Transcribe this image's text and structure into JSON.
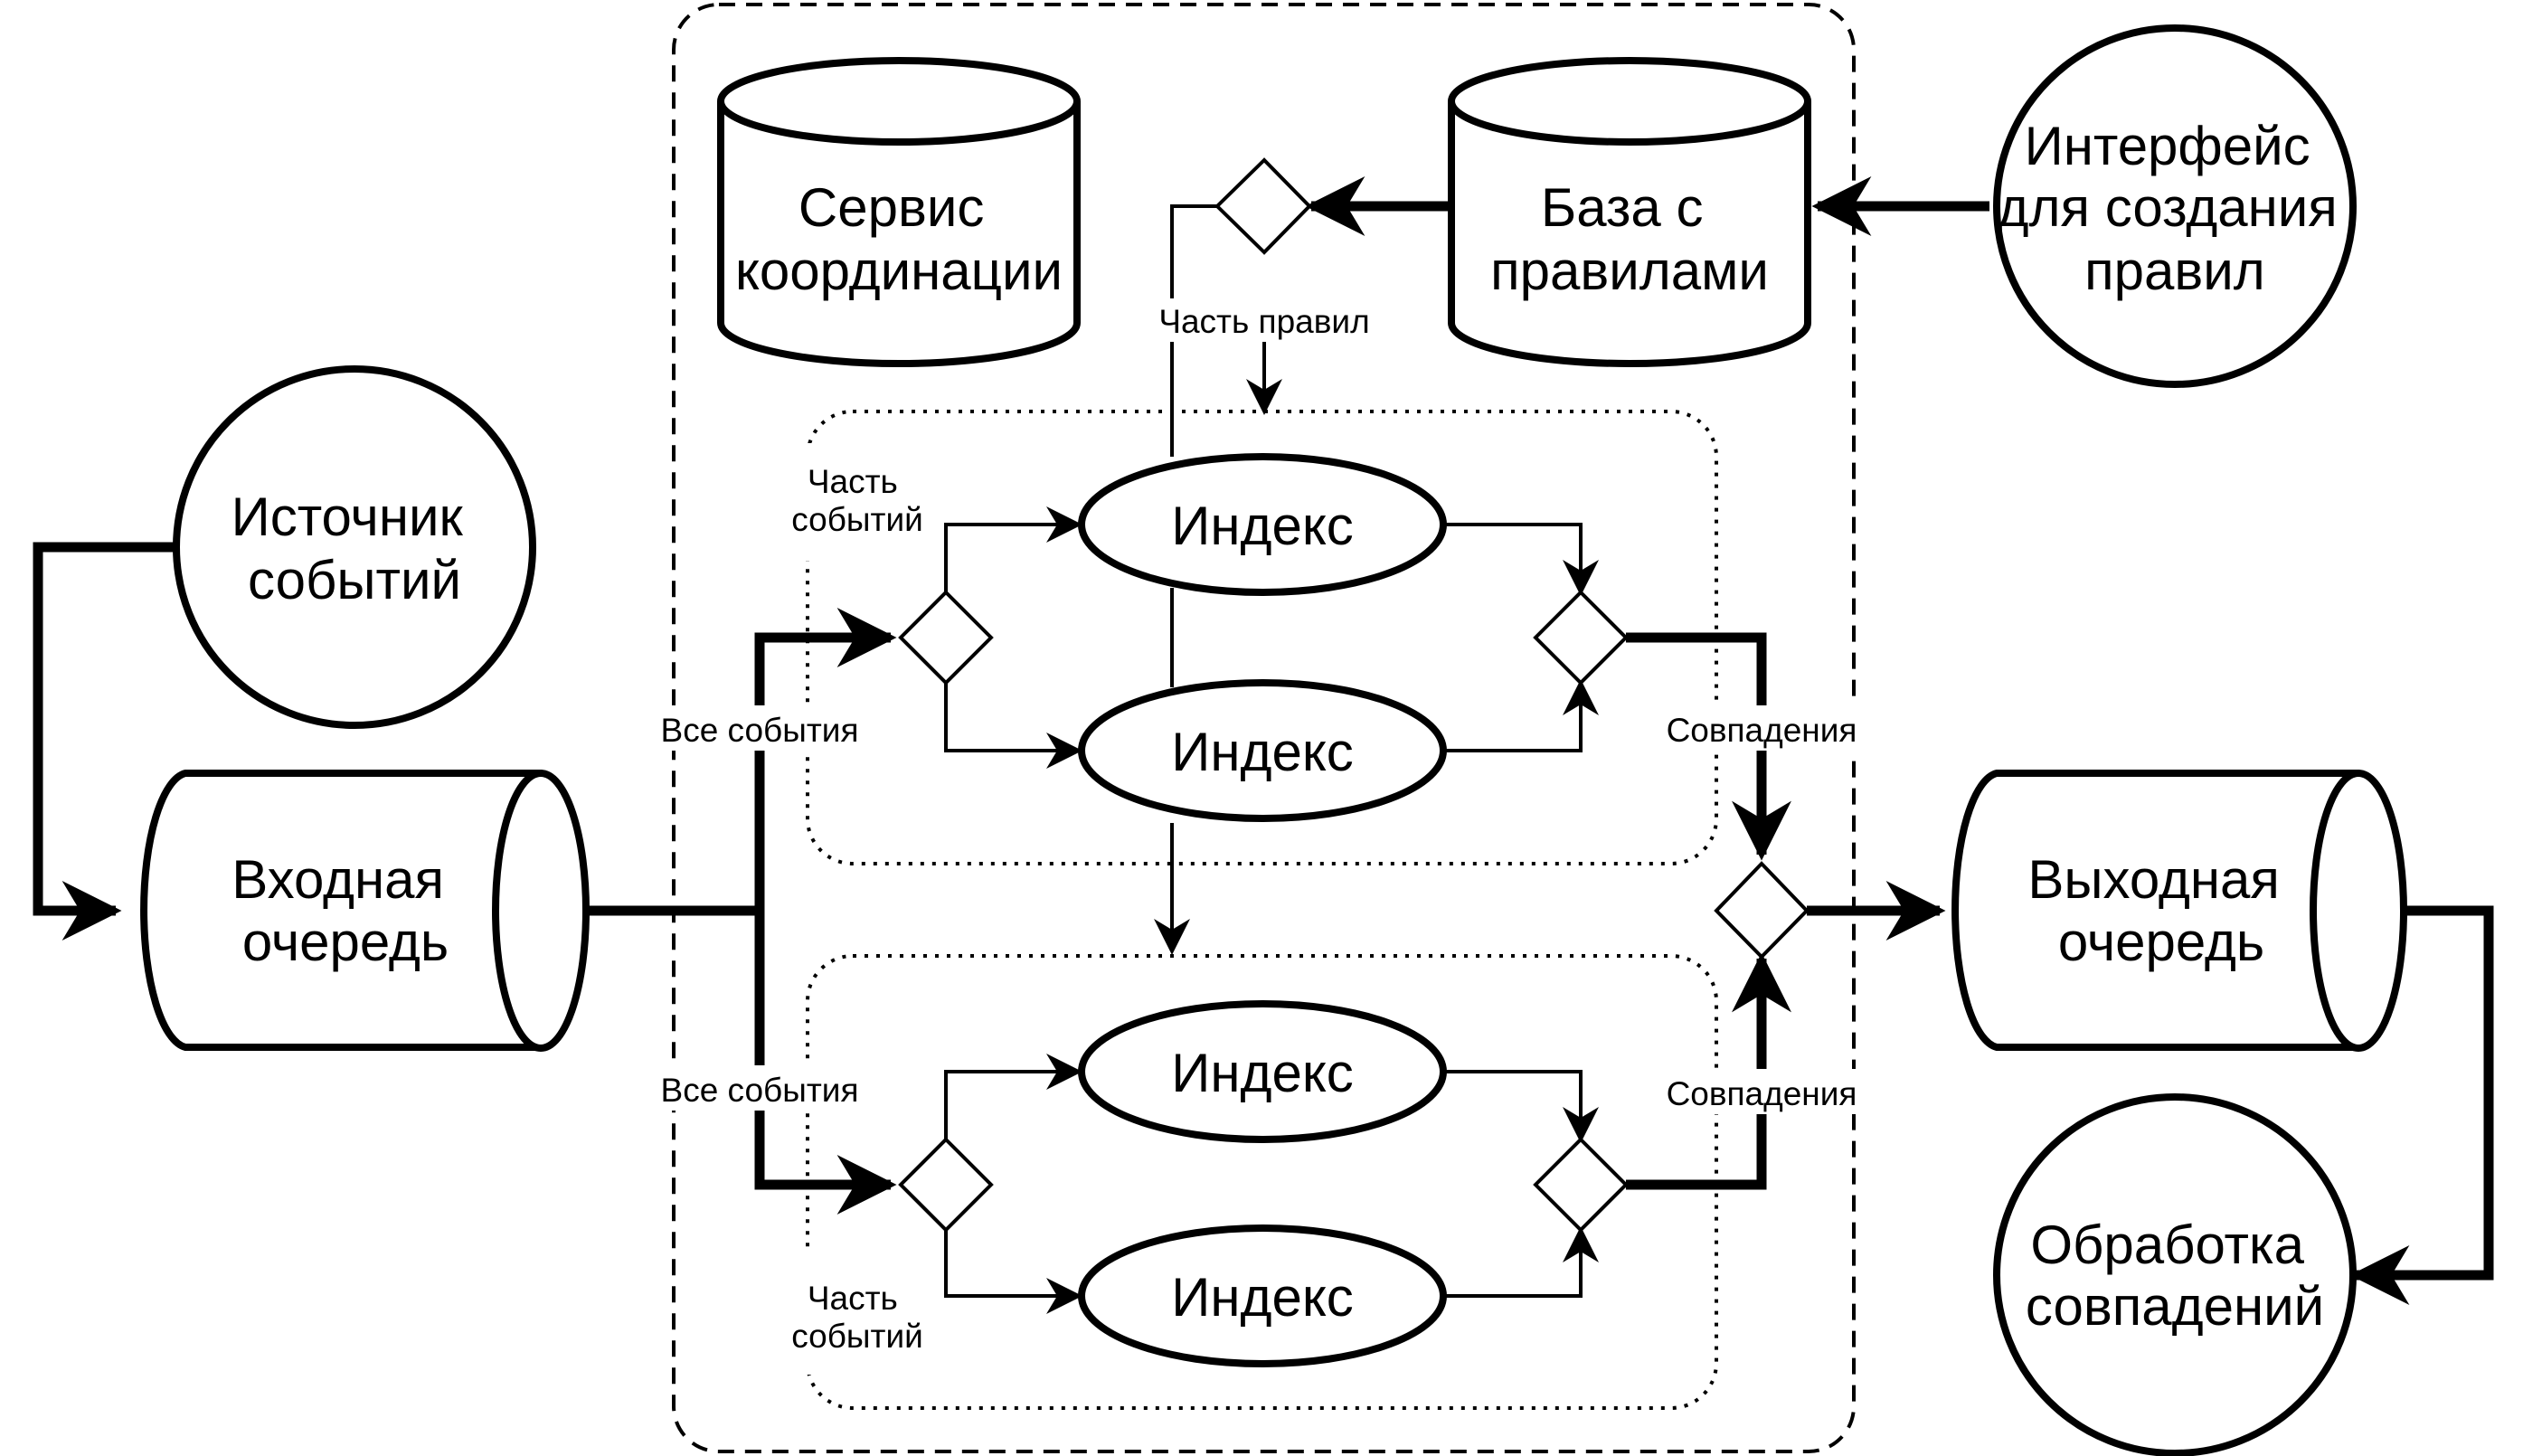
{
  "nodes": {
    "event_source": "Источник событий",
    "input_queue": "Входная очередь",
    "coordination_service": "Сервис координации",
    "rules_db": "База с правилами",
    "rules_ui": "Интерфейс для создания правил",
    "output_queue": "Выходная очередь",
    "match_processing": "Обработка совпадений",
    "index_1": "Индекс",
    "index_2": "Индекс",
    "index_3": "Индекс",
    "index_4": "Индекс"
  },
  "edge_labels": {
    "rules_part": "Часть правил",
    "events_part_top": "Часть событий",
    "events_part_bottom": "Часть событий",
    "all_events_top": "Все события",
    "all_events_bottom": "Все события",
    "matches_top": "Совпадения",
    "matches_bottom": "Совпадения"
  }
}
